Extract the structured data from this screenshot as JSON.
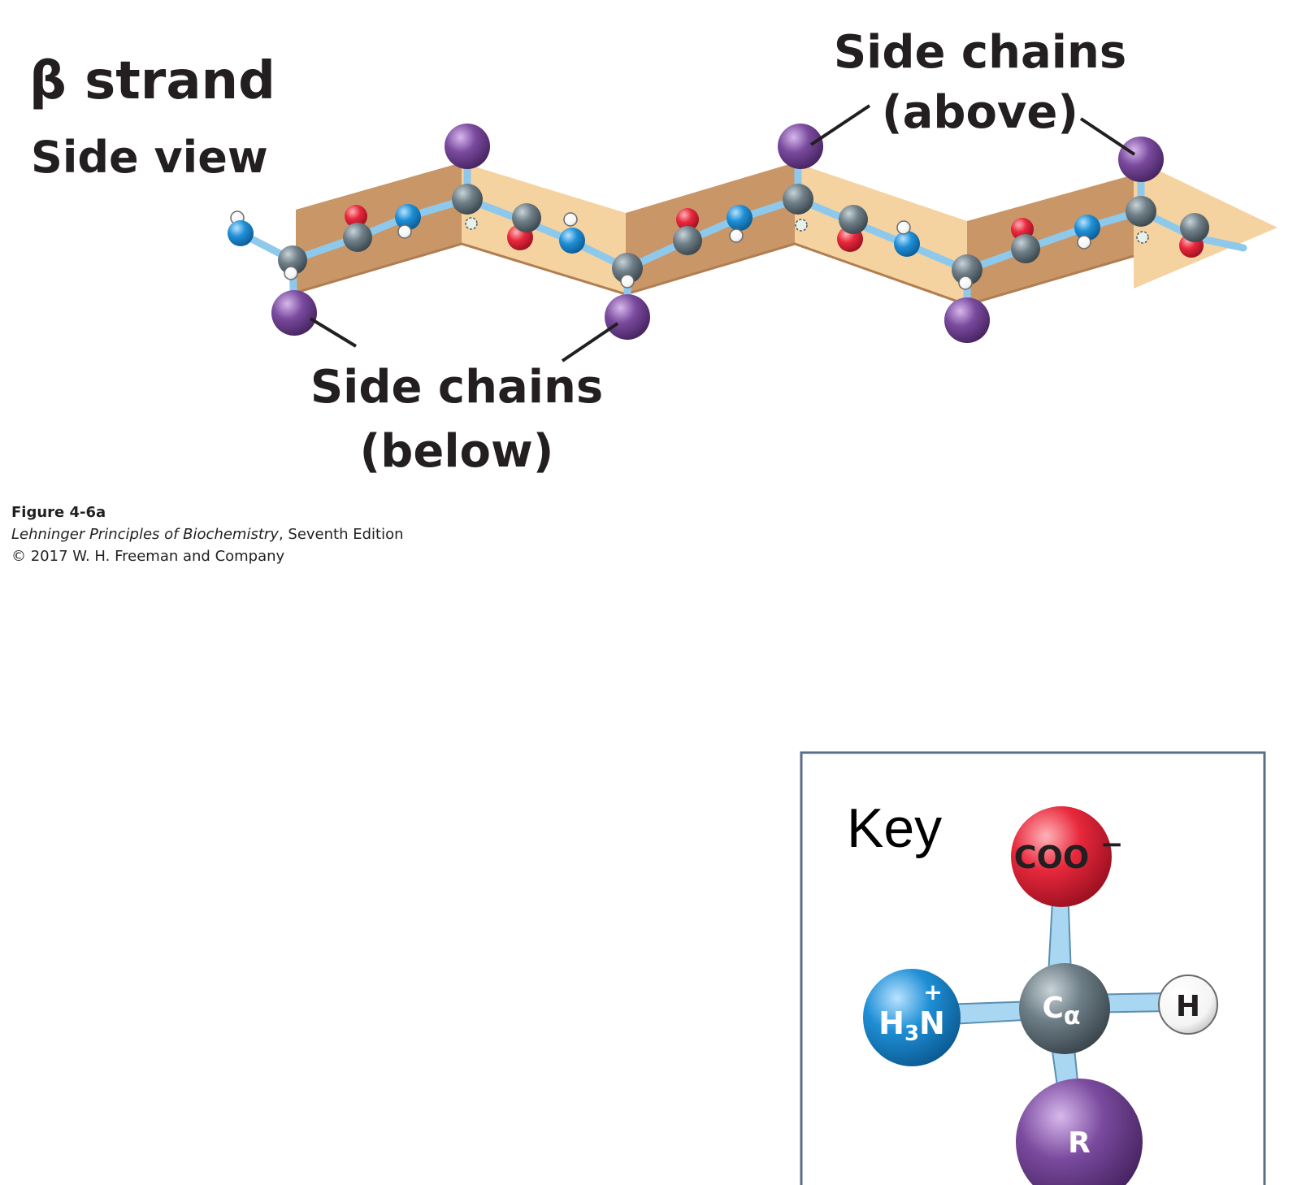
{
  "heading": {
    "title": "β strand",
    "subtitle": "Side view"
  },
  "callouts": {
    "above_line1": "Side chains",
    "above_line2": "(above)",
    "below_line1": "Side chains",
    "below_line2": "(below)"
  },
  "caption": {
    "figure": "Figure 4-6a",
    "book_title": "Lehninger Principles of Biochemistry",
    "edition": ", Seventh Edition",
    "copyright": "© 2017 W. H. Freeman and Company"
  },
  "key": {
    "title": "Key",
    "coo_label": "COO",
    "coo_charge": "−",
    "amine_label": "H",
    "amine_sub": "3",
    "amine_n": "N",
    "amine_charge": "+",
    "calpha_c": "C",
    "calpha_sub": "α",
    "h_label": "H",
    "r_label": "R"
  },
  "colors": {
    "sheet_front": "#f5d3a0",
    "sheet_back": "#c99668",
    "bond": "#8ec9ec",
    "carbon": "#5f6f78",
    "oxygen": "#e8283c",
    "nitrogen": "#1f8fd6",
    "hydrogen": "#ffffff",
    "side_chain": "#7a4a9e",
    "key_border": "#5a6f86"
  }
}
